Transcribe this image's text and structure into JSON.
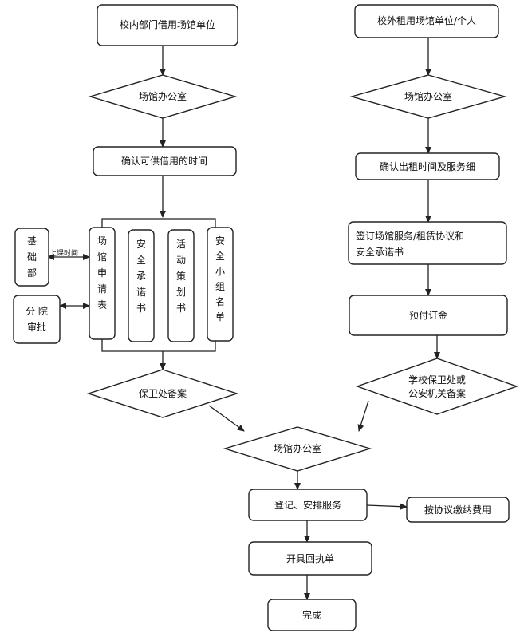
{
  "nodes": {
    "internal_unit": "校内部门借用场馆单位",
    "external_unit": "校外租用场馆单位/个人",
    "office_left": "场馆办公室",
    "office_right": "场馆办公室",
    "confirm_time": "确认可供借用的时间",
    "confirm_rent": "确认出租时间及服务细",
    "sign_agreement_line1": "签订场馆服务/租赁协议和",
    "sign_agreement_line2": "安全承诺书",
    "deposit": "预付订金",
    "basic_dept": "基础部",
    "branch_approve": "分院审批",
    "doc_application": "场馆申请表",
    "doc_safety_promise": "安全承诺书",
    "doc_activity_plan": "活动策划书",
    "doc_safety_team": "安全小组名单",
    "security_record": "保卫处备案",
    "school_security_line1": "学校保卫处或",
    "school_security_line2": "公安机关备案",
    "office_center": "场馆办公室",
    "register": "登记、安排服务",
    "pay_fee": "按协议缴纳费用",
    "issue_receipt": "开具回执单",
    "done": "完成"
  },
  "edge_labels": {
    "class_time": "上课时间"
  }
}
